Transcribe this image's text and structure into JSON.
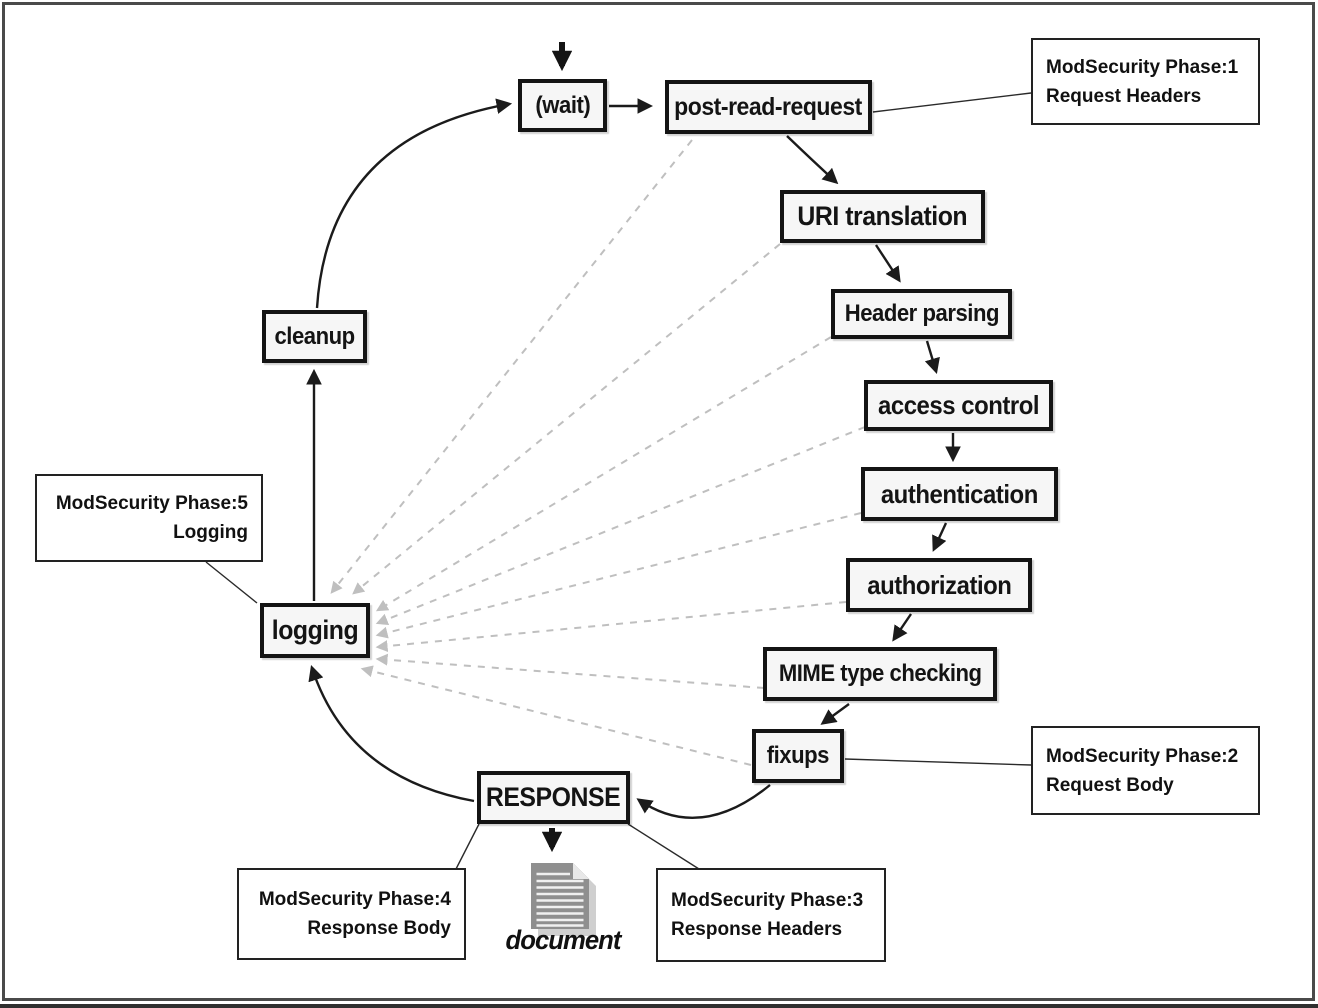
{
  "nodes": [
    {
      "id": "wait",
      "label": "(wait)"
    },
    {
      "id": "post-read-request",
      "label": "post-read-request"
    },
    {
      "id": "uri-translation",
      "label": "URI translation"
    },
    {
      "id": "header-parsing",
      "label": "Header parsing"
    },
    {
      "id": "access-control",
      "label": "access control"
    },
    {
      "id": "authentication",
      "label": "authentication"
    },
    {
      "id": "authorization",
      "label": "authorization"
    },
    {
      "id": "mime-type-checking",
      "label": "MIME type checking"
    },
    {
      "id": "fixups",
      "label": "fixups"
    },
    {
      "id": "response",
      "label": "RESPONSE"
    },
    {
      "id": "logging",
      "label": "logging"
    },
    {
      "id": "cleanup",
      "label": "cleanup"
    }
  ],
  "annotations": [
    {
      "id": "modsecurity-phase-1",
      "line1": "ModSecurity Phase:1",
      "line2": "Request Headers"
    },
    {
      "id": "modsecurity-phase-2",
      "line1": "ModSecurity Phase:2",
      "line2": "Request Body"
    },
    {
      "id": "modsecurity-phase-3",
      "line1": "ModSecurity Phase:3",
      "line2": "Response Headers"
    },
    {
      "id": "modsecurity-phase-4",
      "line1": "ModSecurity Phase:4",
      "line2": "Response Body"
    },
    {
      "id": "modsecurity-phase-5",
      "line1": "ModSecurity Phase:5",
      "line2": "Logging"
    }
  ],
  "document_label": "document",
  "colors": {
    "background": "#ffffff",
    "node_fill": "#f6f6f6",
    "node_border": "#141414",
    "solid_arrow": "#1b1b1b",
    "dashed_arrow": "#bfbfbf",
    "annotation_bg": "#ffffff",
    "annotation_border": "#222222",
    "frame_border": "#4a4a4a",
    "document_icon": "#8f8f8f"
  }
}
